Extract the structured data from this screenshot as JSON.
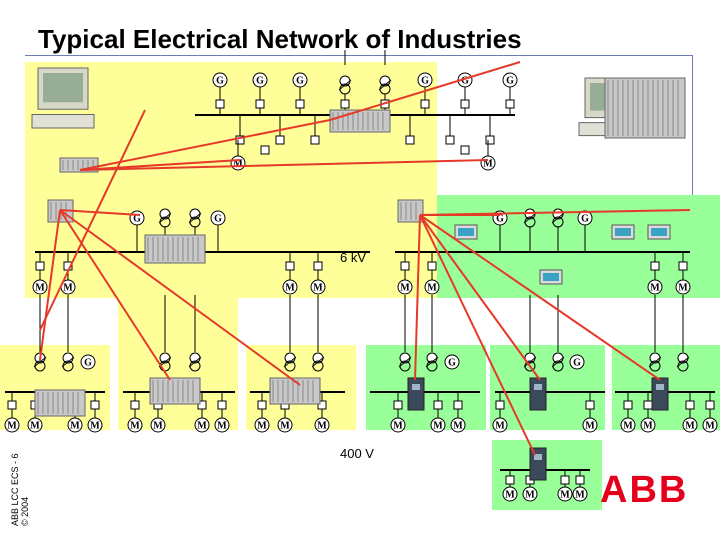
{
  "title": "Typical Electrical Network of Industries",
  "side_label": {
    "line1": "ABB LCC ECS - 6",
    "line2": "© 2004"
  },
  "voltage_labels": {
    "medium": "6 kV",
    "low": "400 V"
  },
  "symbols": {
    "generator": "G",
    "motor": "M"
  },
  "logo": "ABB",
  "colors": {
    "zone_yellow": "#ffff99",
    "zone_green": "#99ff99",
    "signal_red": "#e53a2a",
    "bus_black": "#000000",
    "panel_grey": "#c8c8c8",
    "drive_dark": "#3a4a5a",
    "logo_red": "#e4001b",
    "border_blue": "#6b7fb0"
  }
}
